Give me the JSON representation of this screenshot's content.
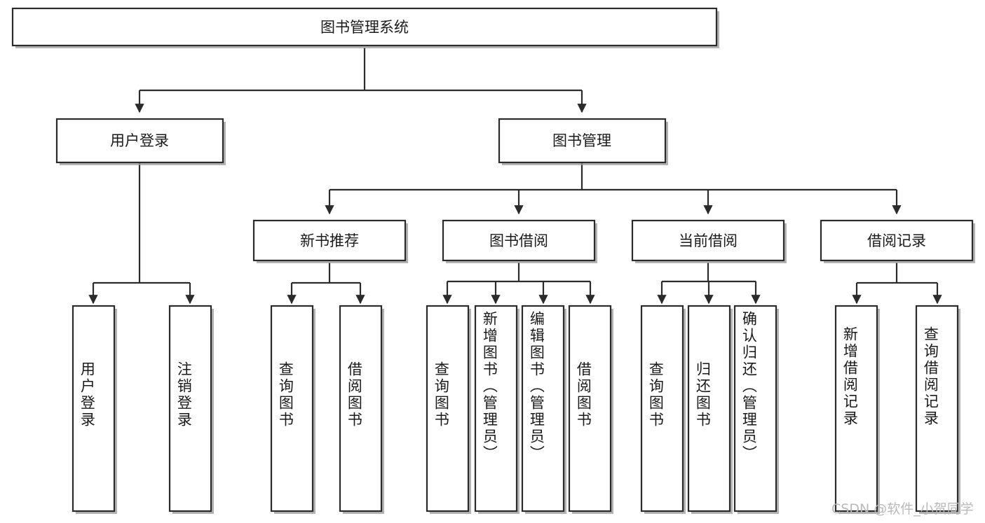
{
  "diagram": {
    "title": "图书管理系统",
    "type": "tree",
    "orientation": "top-down",
    "colors": {
      "box_fill": "#ffffff",
      "box_stroke": "#2b2b2b",
      "shadow": "#9a9a9a",
      "text": "#1a1a1a",
      "watermark": "#b9b9b9",
      "background": "#ffffff"
    },
    "root": {
      "label": "图书管理系统"
    },
    "level2": [
      {
        "id": "user-login",
        "label": "用户登录"
      },
      {
        "id": "book-management",
        "label": "图书管理"
      }
    ],
    "level3": [
      {
        "id": "new-book-recommend",
        "label": "新书推荐"
      },
      {
        "id": "book-borrow",
        "label": "图书借阅"
      },
      {
        "id": "current-borrow",
        "label": "当前借阅"
      },
      {
        "id": "borrow-record",
        "label": "借阅记录"
      }
    ],
    "leaves": {
      "user-login": [
        {
          "id": "leaf-user-login",
          "label": "用户登录"
        },
        {
          "id": "leaf-logout-login",
          "label": "注销登录"
        }
      ],
      "new-book-recommend": [
        {
          "id": "leaf-query-book-1",
          "label": "查询图书"
        },
        {
          "id": "leaf-borrow-book-1",
          "label": "借阅图书"
        }
      ],
      "book-borrow": [
        {
          "id": "leaf-query-book-2",
          "label": "查询图书"
        },
        {
          "id": "leaf-add-book",
          "label": "新增图书（管理员）"
        },
        {
          "id": "leaf-edit-book",
          "label": "编辑图书（管理员）"
        },
        {
          "id": "leaf-borrow-book-2",
          "label": "借阅图书"
        }
      ],
      "current-borrow": [
        {
          "id": "leaf-query-book-3",
          "label": "查询图书"
        },
        {
          "id": "leaf-return-book",
          "label": "归还图书"
        },
        {
          "id": "leaf-confirm-return",
          "label": "确认归还（管理员）"
        }
      ],
      "borrow-record": [
        {
          "id": "leaf-add-record",
          "label": "新增借阅记录"
        },
        {
          "id": "leaf-query-record",
          "label": "查询借阅记录"
        }
      ]
    }
  },
  "watermark": {
    "text": "CSDN @软件_小贺同学"
  }
}
